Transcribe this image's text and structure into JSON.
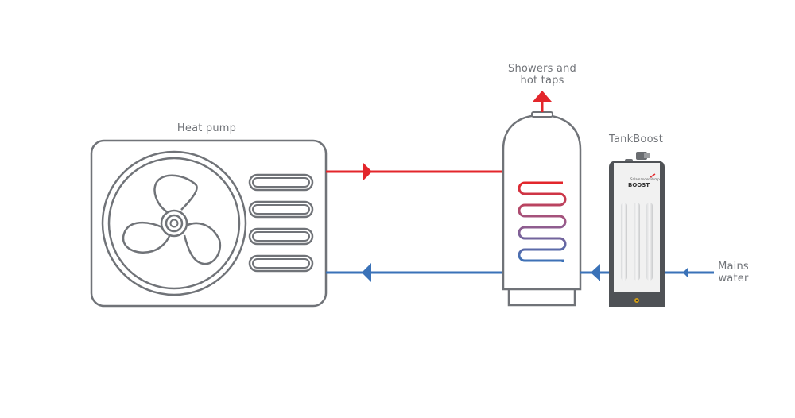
{
  "diagram": {
    "title": "Heat pump hot water system with TankBoost",
    "labels": {
      "heat_pump": "Heat pump",
      "showers": [
        "Showers and",
        "hot taps"
      ],
      "tankboost": "TankBoost",
      "mains": [
        "Mains",
        "water"
      ]
    },
    "tankboost_device": {
      "brand": "Salamander Pumps",
      "product": "BOOST"
    },
    "colors": {
      "hot": "#e3262b",
      "cold": "#3a72b8",
      "outline": "#707378",
      "device_body": "#4f5256"
    },
    "flows": [
      {
        "name": "hot-flow",
        "from": "Heat pump",
        "to": "Hot water cylinder coil",
        "color": "hot"
      },
      {
        "name": "return-flow",
        "from": "Hot water cylinder coil",
        "to": "Heat pump",
        "color": "cold"
      },
      {
        "name": "mains-inlet",
        "from": "Mains water",
        "to": "TankBoost",
        "color": "cold"
      },
      {
        "name": "boosted-feed",
        "from": "TankBoost",
        "to": "Hot water cylinder",
        "color": "cold"
      },
      {
        "name": "hot-outlet",
        "from": "Hot water cylinder",
        "to": "Showers and hot taps",
        "color": "hot"
      }
    ]
  }
}
